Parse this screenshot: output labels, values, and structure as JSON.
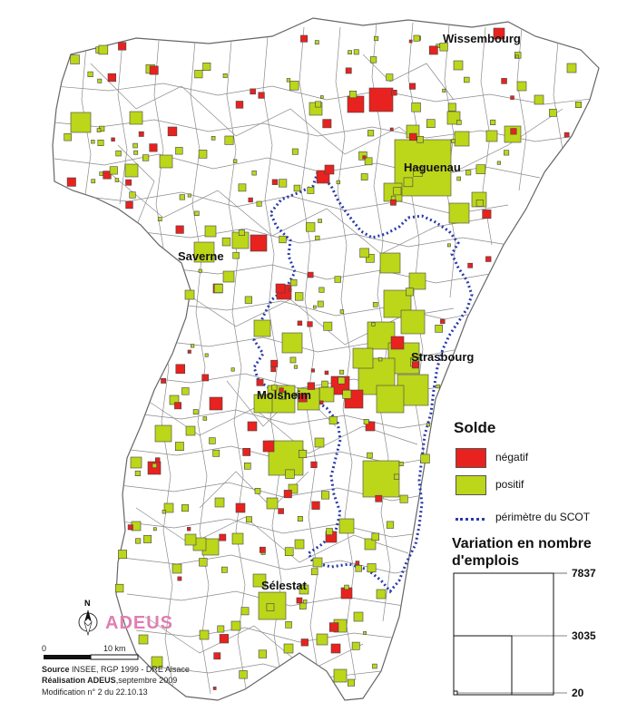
{
  "cities": [
    {
      "name": "Wissembourg"
    },
    {
      "name": "Haguenau"
    },
    {
      "name": "Saverne"
    },
    {
      "name": "Strasbourg"
    },
    {
      "name": "Molsheim"
    },
    {
      "name": "Sélestat"
    }
  ],
  "legend": {
    "title": "Solde",
    "negative_label": "négatif",
    "positive_label": "positif",
    "perimeter_label": "périmètre du SCOT",
    "negative_color": "#e8221f",
    "positive_color": "#bcd61a",
    "perimeter_color": "#2a3aa8"
  },
  "size_legend": {
    "title_line1": "Variation en nombre",
    "title_line2": "d'emplois",
    "values": [
      "7837",
      "3035",
      "20"
    ]
  },
  "scale_bar": {
    "start": "0",
    "end": "10 km"
  },
  "north_label": "N",
  "logo_text": "ADEUS",
  "credits": {
    "source_label": "Source",
    "source_text": " INSEE, RGP 1999 - DRE Alsace",
    "realisation_label": "Réalisation ADEUS",
    "realisation_text": ",septembre 2009",
    "modification": "Modification n° 2 du 22.10.13"
  }
}
